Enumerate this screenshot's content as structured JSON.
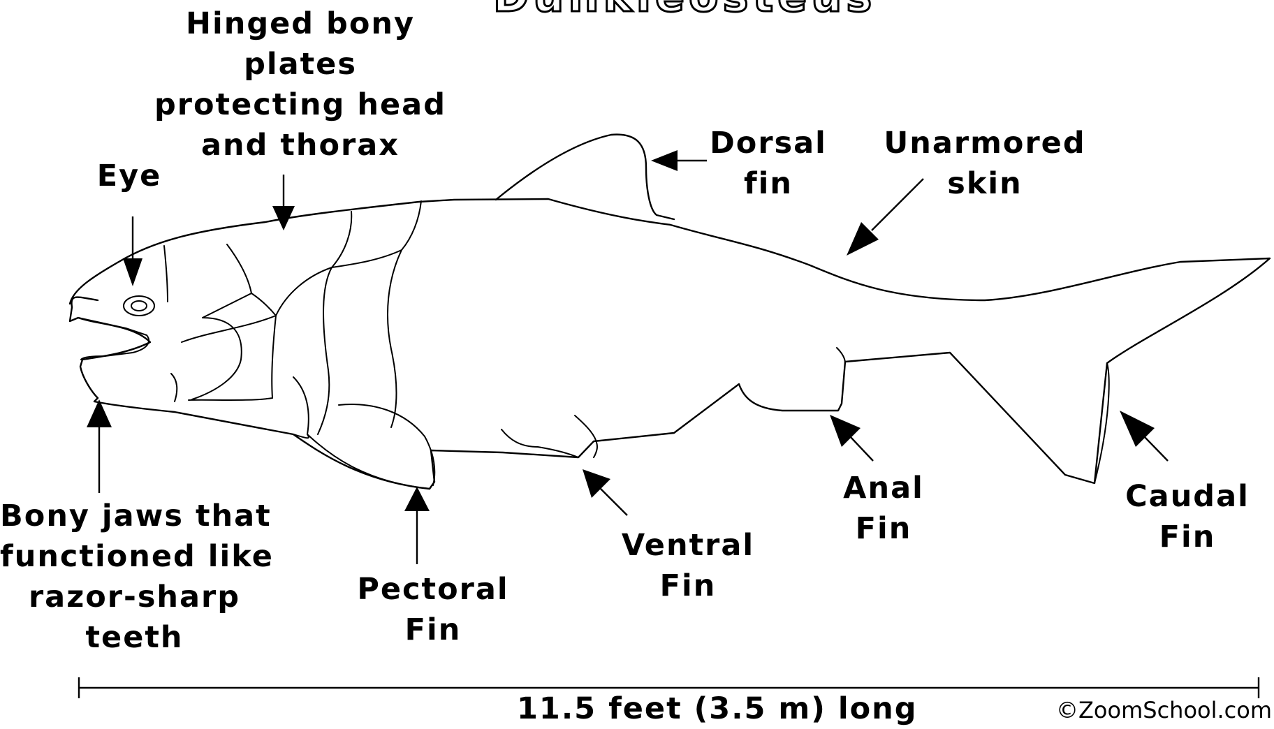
{
  "title": "Dunkleosteus",
  "labels": {
    "plates": [
      "Hinged bony",
      "plates",
      "protecting head",
      "and thorax"
    ],
    "eye": [
      "Eye"
    ],
    "dorsal": [
      "Dorsal",
      "fin"
    ],
    "skin": [
      "Unarmored",
      "skin"
    ],
    "jaws": [
      "Bony jaws that",
      "functioned like",
      "razor-sharp",
      "teeth"
    ],
    "pectoral": [
      "Pectoral",
      "Fin"
    ],
    "ventral": [
      "Ventral",
      "Fin"
    ],
    "anal": [
      "Anal",
      "Fin"
    ],
    "caudal": [
      "Caudal",
      "Fin"
    ]
  },
  "scale": {
    "text": "11.5 feet (3.5 m) long"
  },
  "copyright": "©ZoomSchool.com"
}
